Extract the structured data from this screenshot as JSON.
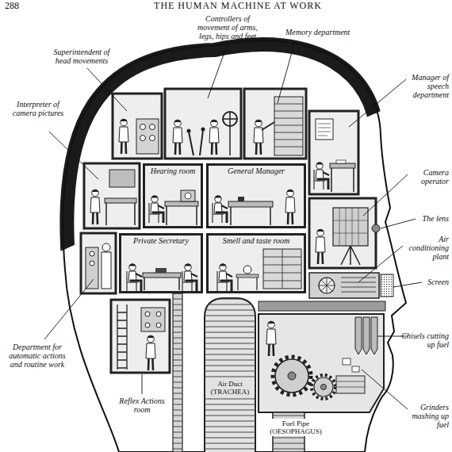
{
  "diagram": {
    "title": "THE HUMAN MACHINE AT WORK",
    "nodes": [
      {
        "text": [
          "Hearing room"
        ]
      },
      {
        "text": [
          "General Manager"
        ]
      },
      {
        "text": [
          "Private Secretary"
        ]
      },
      {
        "text": [
          "Smell and taste room"
        ]
      }
    ],
    "labels": [
      "288",
      "Controllers of movement of arms, legs, hips and feet",
      "Memory department",
      "Superintendent of head movements",
      "Manager of speech department",
      "Interpreter of camera pictures",
      "Camera operator",
      "The lens",
      "Air conditioning plant",
      "Screen",
      "Chisels cutting up fuel",
      "Department for automatic actions and routine work",
      "Air Duct (TRACHEA)",
      "Reflex Actions room",
      "Fuel Pipe (OESOPHAGUS)",
      "Grinders mashing up fuel"
    ]
  }
}
